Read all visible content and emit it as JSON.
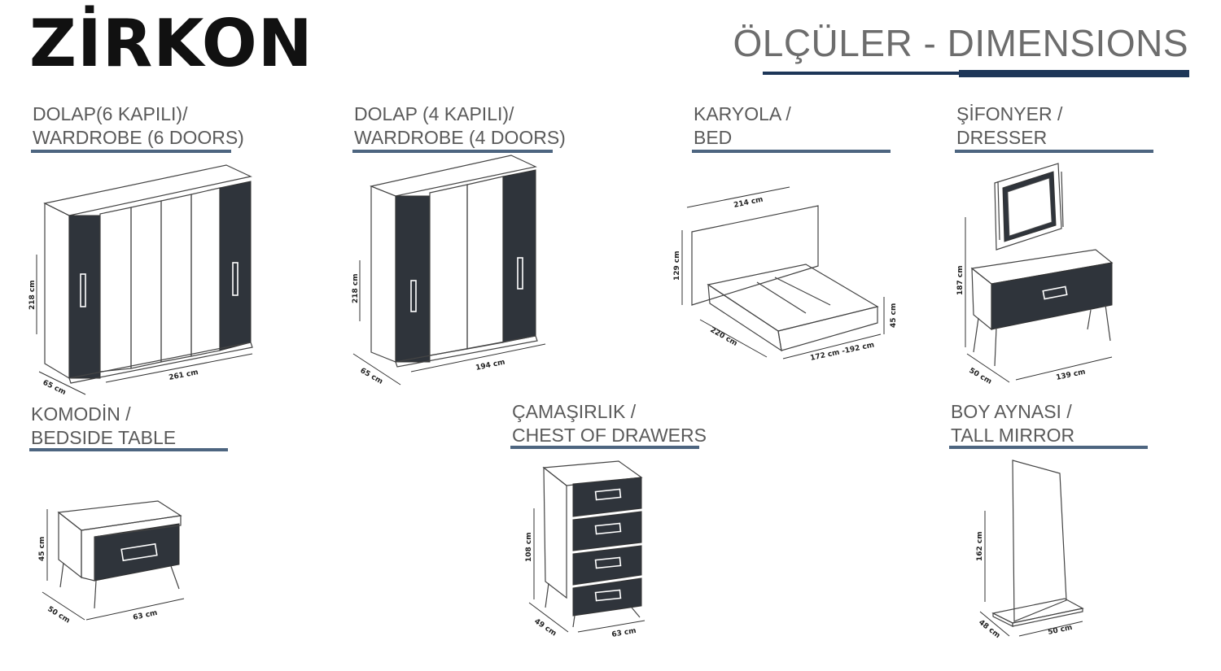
{
  "brand": "ZİRKON",
  "page_title": "ÖLÇÜLER - DIMENSIONS",
  "colors": {
    "accent": "#1d3658",
    "rule": "#4d6580",
    "door": "#2f343b"
  },
  "sections": {
    "wardrobe6": {
      "tr": "DOLAP(6 KAPILI)/",
      "en": "WARDROBE (6 DOORS)",
      "depth": "65 cm",
      "width": "261 cm",
      "height": "218 cm"
    },
    "wardrobe4": {
      "tr": "DOLAP (4 KAPILI)/",
      "en": "WARDROBE (4 DOORS)",
      "depth": "65 cm",
      "width": "194 cm",
      "height": "218 cm"
    },
    "bed": {
      "tr": "KARYOLA /",
      "en": "BED",
      "length_top": "214 cm",
      "height": "129 cm",
      "length": "220 cm",
      "width": "172 cm -192 cm",
      "side_height": "45 cm"
    },
    "dresser": {
      "tr": "ŞİFONYER /",
      "en": "DRESSER",
      "height": "187 cm",
      "depth": "50 cm",
      "width": "139 cm"
    },
    "bedside": {
      "tr": "KOMODİN /",
      "en": "BEDSIDE TABLE",
      "height": "45 cm",
      "depth": "50 cm",
      "width": "63 cm"
    },
    "chest": {
      "tr": "ÇAMAŞIRLIK /",
      "en": "CHEST OF DRAWERS",
      "height": "108 cm",
      "depth": "49 cm",
      "width": "63 cm"
    },
    "mirror": {
      "tr": "BOY AYNASI /",
      "en": "TALL MIRROR",
      "height": "162 cm",
      "depth": "48 cm",
      "width": "50 cm"
    }
  }
}
